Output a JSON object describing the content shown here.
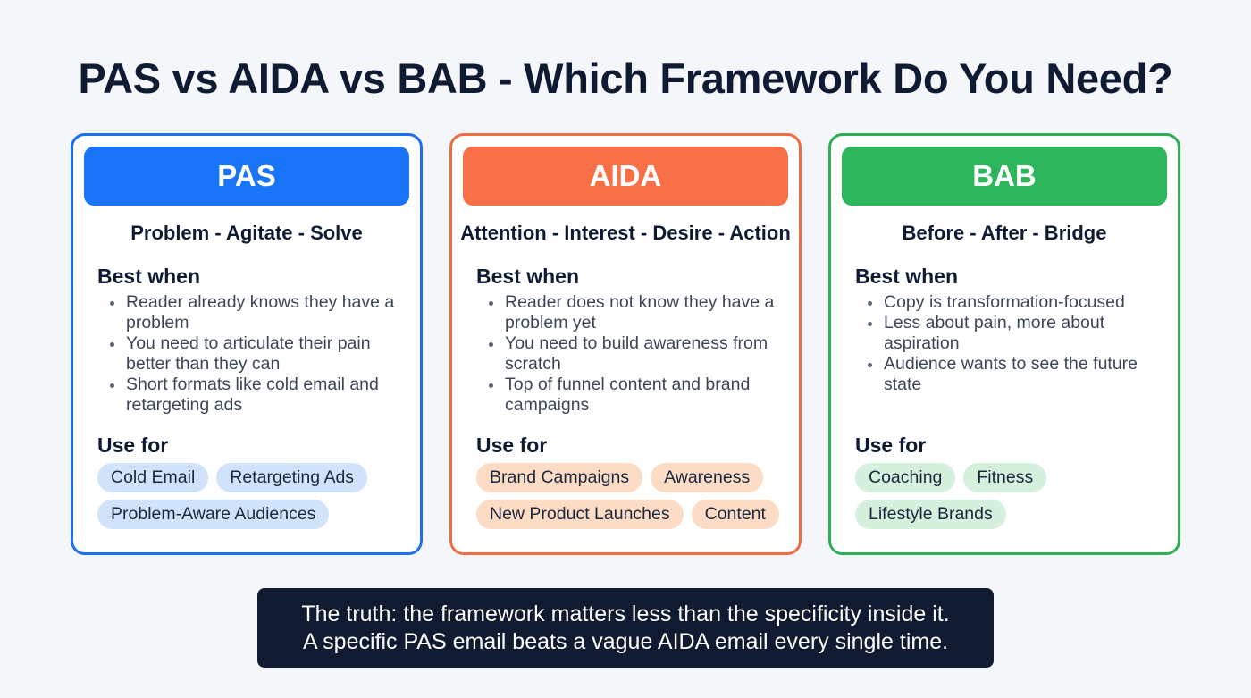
{
  "title": "PAS vs AIDA vs BAB - Which Framework Do You Need?",
  "colors": {
    "pas": "#1a74f8",
    "aida": "#f87048",
    "bab": "#2db65c",
    "footer_bg": "#101a30"
  },
  "cards": [
    {
      "name": "PAS",
      "expansion": "Problem - Agitate - Solve",
      "best_when_label": "Best when",
      "best_when": [
        "Reader already knows they have a problem",
        "You need to articulate their pain better than they can",
        "Short formats like cold email and retargeting ads"
      ],
      "use_for_label": "Use for",
      "use_for": [
        "Cold Email",
        "Retargeting Ads",
        "Problem-Aware Audiences"
      ]
    },
    {
      "name": "AIDA",
      "expansion": "Attention - Interest - Desire - Action",
      "best_when_label": "Best when",
      "best_when": [
        "Reader does not know they have a problem yet",
        "You need to build awareness from scratch",
        "Top of funnel content and brand campaigns"
      ],
      "use_for_label": "Use for",
      "use_for": [
        "Brand Campaigns",
        "Awareness",
        "New Product Launches",
        "Content"
      ]
    },
    {
      "name": "BAB",
      "expansion": "Before - After - Bridge",
      "best_when_label": "Best when",
      "best_when": [
        "Copy is transformation-focused",
        "Less about pain, more about aspiration",
        "Audience wants to see the future state"
      ],
      "use_for_label": "Use for",
      "use_for": [
        "Coaching",
        "Fitness",
        "Lifestyle Brands"
      ]
    }
  ],
  "footer": {
    "line1": "The truth: the framework matters less than the specificity inside it.",
    "line2": "A specific PAS email beats a vague AIDA email every single time."
  }
}
